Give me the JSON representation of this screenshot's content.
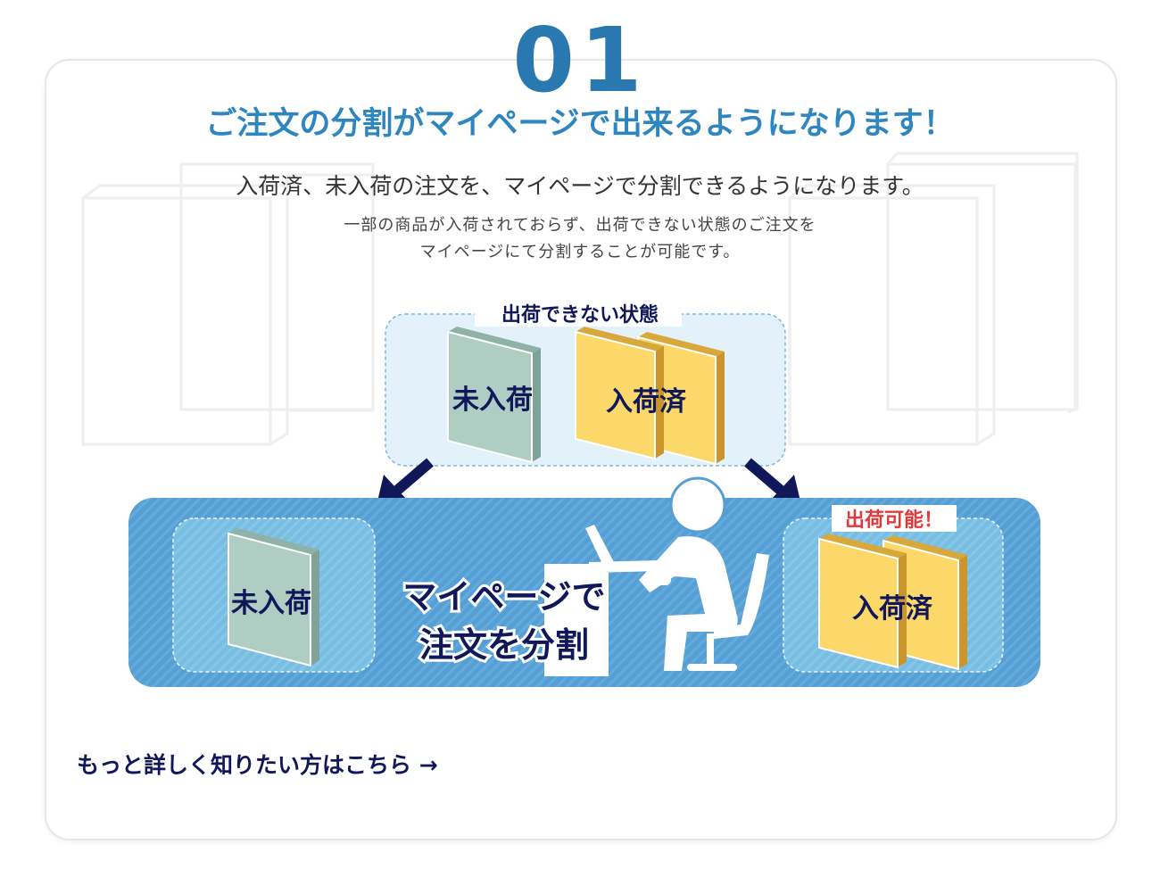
{
  "number": "01",
  "heading": "ご注文の分割がマイページで出来るようになります！",
  "lead": "入荷済、未入荷の注文を、マイページで分割できるようになります。",
  "description": [
    "一部の商品が入荷されておらず、出荷できない状態のご注文を",
    "マイページにて分割することが可能です。"
  ],
  "illustration": {
    "state_title": "出荷できない状態",
    "not_arrived": "未入荷",
    "arrived": "入荷済",
    "shippable": "出荷可能！",
    "center_line1": "マイページで",
    "center_line2": "注文を分割"
  },
  "link": {
    "label": "もっと詳しく知りたい方はこちら →"
  },
  "colors": {
    "accent": "#2e86c0",
    "number": "#2a78b0",
    "navy": "#10185a",
    "panel_blue": "#5aa3d6",
    "green_book": "#afcdc3",
    "yellow_book": "#fcd86a",
    "red_label": "#e23a3a"
  }
}
